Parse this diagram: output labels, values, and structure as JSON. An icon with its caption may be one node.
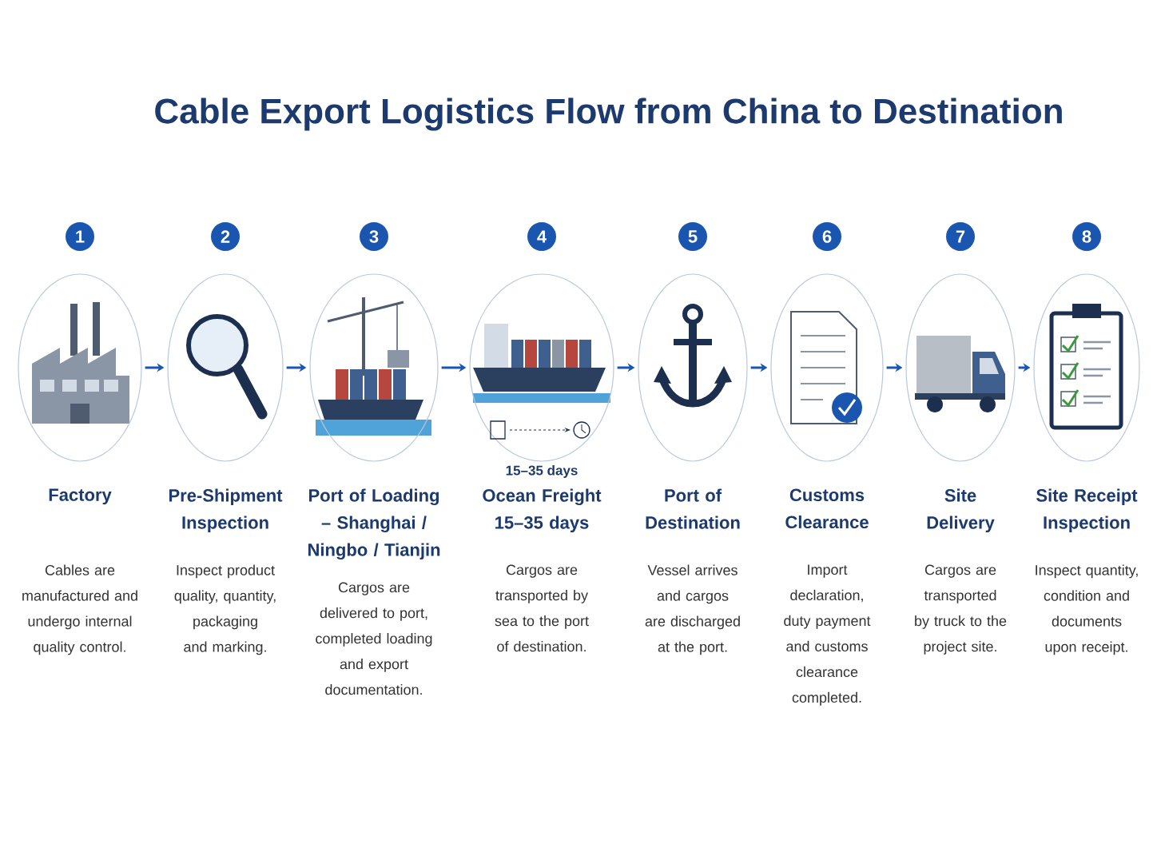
{
  "diagram": {
    "title": "Cable Export Logistics Flow from China to Destination",
    "nodes": [
      {
        "text": [
          "1"
        ]
      },
      {
        "text": [
          "Factory",
          "Cables are manufactured and undergo internal quality control."
        ]
      },
      {
        "text": [
          "2"
        ]
      },
      {
        "text": [
          "Pre-Shipment Inspection",
          "Inspect product quality, quantity, packaging and marking."
        ]
      },
      {
        "text": [
          "3"
        ]
      },
      {
        "text": [
          "Port of Loading – Shanghai / Ningbo / Tianjin",
          "Cargos are delivered to port, completed loading and export documentation."
        ]
      },
      {
        "text": [
          "4"
        ]
      },
      {
        "text": [
          "Ocean Freight 15–35 days",
          "Cargos are transported by sea to the port of destination."
        ],
        "beside": [
          "15–35 days"
        ]
      },
      {
        "text": [
          "5"
        ]
      },
      {
        "text": [
          "Port of Destination",
          "Vessel arrives and cargos are discharged at the port."
        ]
      },
      {
        "text": [
          "6"
        ]
      },
      {
        "text": [
          "Customs Clearance",
          "Import declaration, duty payment and customs clearance completed."
        ]
      },
      {
        "text": [
          "7"
        ]
      },
      {
        "text": [
          "Site Delivery",
          "Cargos are transported by truck to the project site."
        ]
      },
      {
        "text": [
          "8"
        ]
      },
      {
        "text": [
          "Site Receipt Inspection",
          "Inspect quantity, condition and documents upon receipt."
        ]
      }
    ],
    "edges": [
      {
        "from": 1,
        "to": 3,
        "arrow": "to"
      },
      {
        "from": 3,
        "to": 5,
        "arrow": "to"
      },
      {
        "from": 5,
        "to": 7,
        "arrow": "to"
      },
      {
        "from": 7,
        "to": 9,
        "arrow": "to"
      },
      {
        "from": 9,
        "to": 11,
        "arrow": "to"
      },
      {
        "from": 11,
        "to": 13,
        "arrow": "to"
      },
      {
        "from": 13,
        "to": 15,
        "arrow": "to"
      }
    ]
  }
}
